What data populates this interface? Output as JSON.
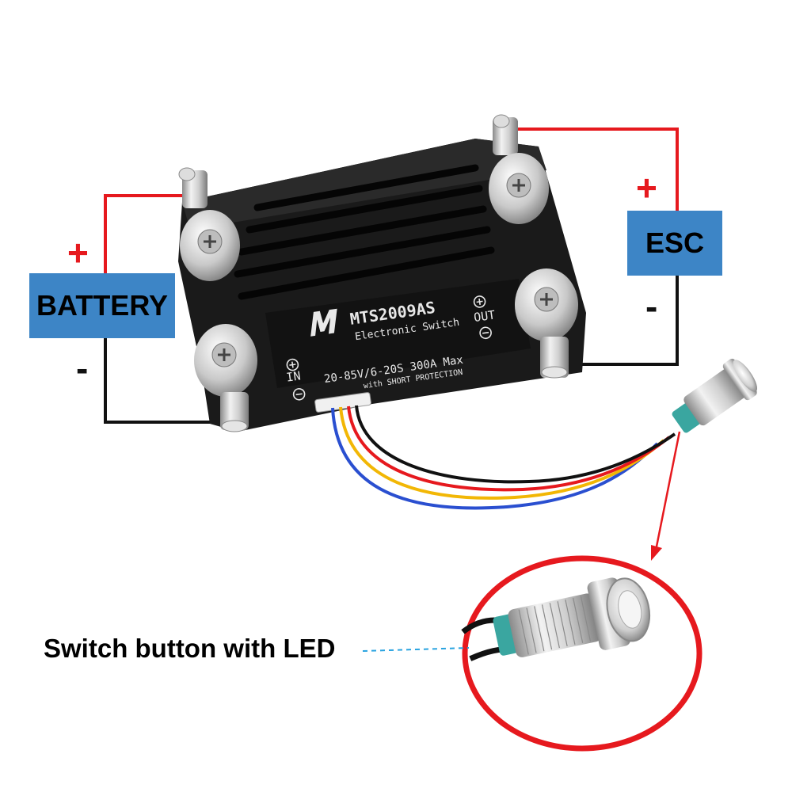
{
  "labels": {
    "battery": "BATTERY",
    "esc": "ESC",
    "plus": "+",
    "minus": "-",
    "switch_caption": "Switch button with LED"
  },
  "device": {
    "model": "MTS2009AS",
    "subtitle": "Electronic Switch",
    "spec_line": "20-85V/6-20S  300A Max",
    "protection_line": "with SHORT PROTECTION",
    "in_label": "IN",
    "out_label": "OUT"
  },
  "colors": {
    "positive_wire": "#e6191e",
    "negative_wire": "#111111",
    "label_box": "#3d85c6",
    "device_body": "#1a1a1a",
    "highlight_circle": "#e6191e",
    "leader_line": "#29a3e0",
    "signal_wires": [
      "#2a4fd0",
      "#f2b705",
      "#e6191e",
      "#111111"
    ]
  }
}
